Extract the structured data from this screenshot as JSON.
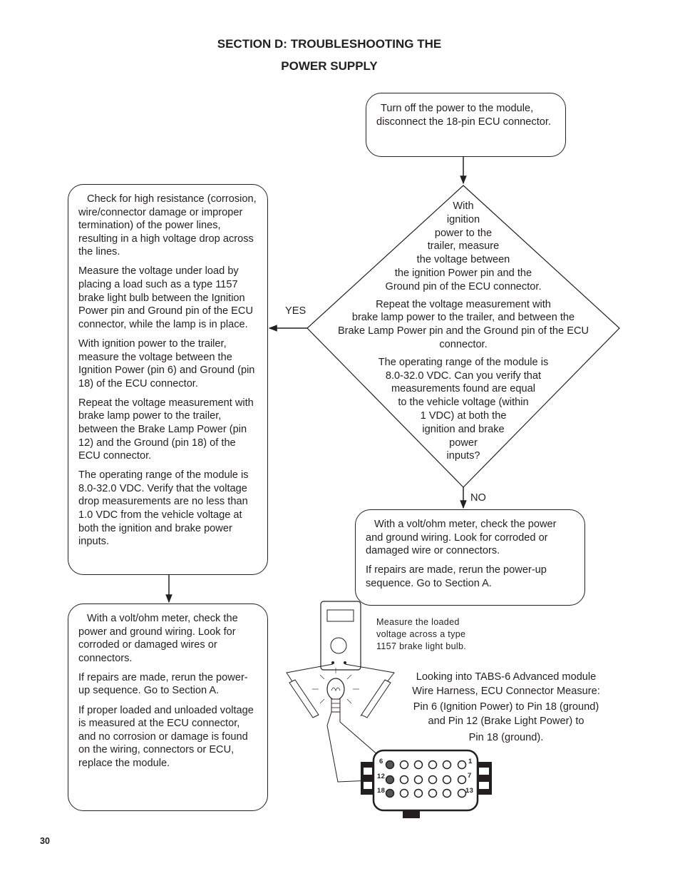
{
  "header": {
    "title_line1": "SECTION D: TROUBLESHOOTING THE",
    "title_line2": "POWER SUPPLY"
  },
  "flow": {
    "start": "Turn off the power to the module, disconnect the 18-pin ECU connector.",
    "decision_p1": [
      "With",
      "ignition",
      "power to the",
      "trailer, measure",
      "the voltage between",
      "the ignition Power pin and the",
      "Ground pin of the ECU connector."
    ],
    "decision_p2": [
      "Repeat the voltage measurement with",
      "brake lamp power to the trailer, and between the",
      "Brake Lamp Power pin and the Ground pin of the ECU",
      "connector."
    ],
    "decision_p3": [
      "The operating range of the module is",
      "8.0-32.0 VDC.  Can you verify that",
      "measurements found are equal",
      "to the vehicle voltage (within",
      "1 VDC) at both the",
      "ignition and brake",
      "power",
      "inputs?"
    ],
    "yes_label": "YES",
    "no_label": "NO",
    "yes_box": {
      "p1": "Check for high resistance (corrosion, wire/connector damage or improper termination) of the power lines, resulting in a high voltage drop across the lines.",
      "p2": "Measure the voltage under load by placing a load such as a type 1157 brake light bulb between the Ignition Power pin and Ground pin of the ECU connector, while the lamp is in place.",
      "p3": "With ignition power to the trailer, measure the voltage between the Ignition Power (pin 6) and Ground (pin 18) of the ECU connector.",
      "p4": "Repeat the voltage measurement with brake lamp power to the trailer, between the Brake Lamp Power (pin 12) and the Ground (pin 18) of the ECU connector.",
      "p5": "The operating range of the module is 8.0-32.0 VDC.  Verify that the voltage drop measurements are no less than 1.0 VDC from the vehicle voltage at both the ignition and brake power inputs."
    },
    "no_box": {
      "p1": "With a volt/ohm meter, check the power and ground wiring.  Look for corroded or damaged wire or connectors.",
      "p2": "If repairs are made, rerun the power-up sequence.  Go to Section A."
    },
    "final_box": {
      "p1": "With a volt/ohm meter, check the power and ground wiring.  Look for corroded or damaged wires or connectors.",
      "p2": "If repairs are made, rerun the power-up sequence.  Go to Section  A.",
      "p3": "If proper loaded and unloaded voltage is measured at the ECU connector, and no corrosion or damage is found on the wiring, connectors or ECU, replace the module."
    }
  },
  "illustration": {
    "meter_note": [
      "Measure  the  loaded",
      "voltage across a type",
      "1157 brake light bulb."
    ],
    "caption_line1": "Looking into TABS-6 Advanced module",
    "caption_line2": "Wire Harness, ECU Connector Measure:",
    "caption_line3": "Pin 6 (Ignition Power) to Pin 18 (ground)",
    "caption_line4": "and Pin 12 (Brake Light Power) to",
    "caption_line5": "Pin 18 (ground).",
    "pin_labels": [
      "6",
      "12",
      "18",
      "1",
      "7",
      "13"
    ]
  },
  "footer": {
    "page_number": "30"
  }
}
